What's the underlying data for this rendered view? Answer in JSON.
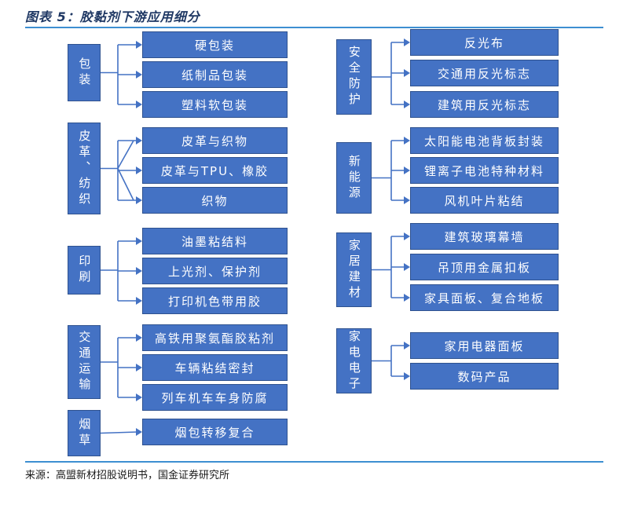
{
  "title": "图表 5：胶黏剂下游应用细分",
  "source": "来源：高盟新材招股说明书，国金证券研究所",
  "colors": {
    "box_fill": "#4472c4",
    "box_border": "#2f528f",
    "connector": "#4472c4",
    "rule": "#3d8fd1"
  },
  "left_column": [
    {
      "name": "包装",
      "items": [
        "硬包装",
        "纸制品包装",
        "塑料软包装"
      ]
    },
    {
      "name": "皮革、纺织",
      "items": [
        "皮革与织物",
        "皮革与TPU、橡胶",
        "织物"
      ]
    },
    {
      "name": "印刷",
      "items": [
        "油墨粘结料",
        "上光剂、保护剂",
        "打印机色带用胶"
      ]
    },
    {
      "name": "交通运输",
      "items": [
        "高铁用聚氨酯胶粘剂",
        "车辆粘结密封",
        "列车机车车身防腐"
      ]
    },
    {
      "name": "烟草",
      "items": [
        "烟包转移复合"
      ]
    }
  ],
  "right_column": [
    {
      "name": "安全防护",
      "items": [
        "反光布",
        "交通用反光标志",
        "建筑用反光标志"
      ]
    },
    {
      "name": "新能源",
      "items": [
        "太阳能电池背板封装",
        "锂离子电池特种材料",
        "风机叶片粘结"
      ]
    },
    {
      "name": "家居建材",
      "items": [
        "建筑玻璃幕墙",
        "吊顶用金属扣板",
        "家具面板、复合地板"
      ]
    },
    {
      "name": "家电电子",
      "items": [
        "家用电器面板",
        "数码产品"
      ]
    }
  ]
}
